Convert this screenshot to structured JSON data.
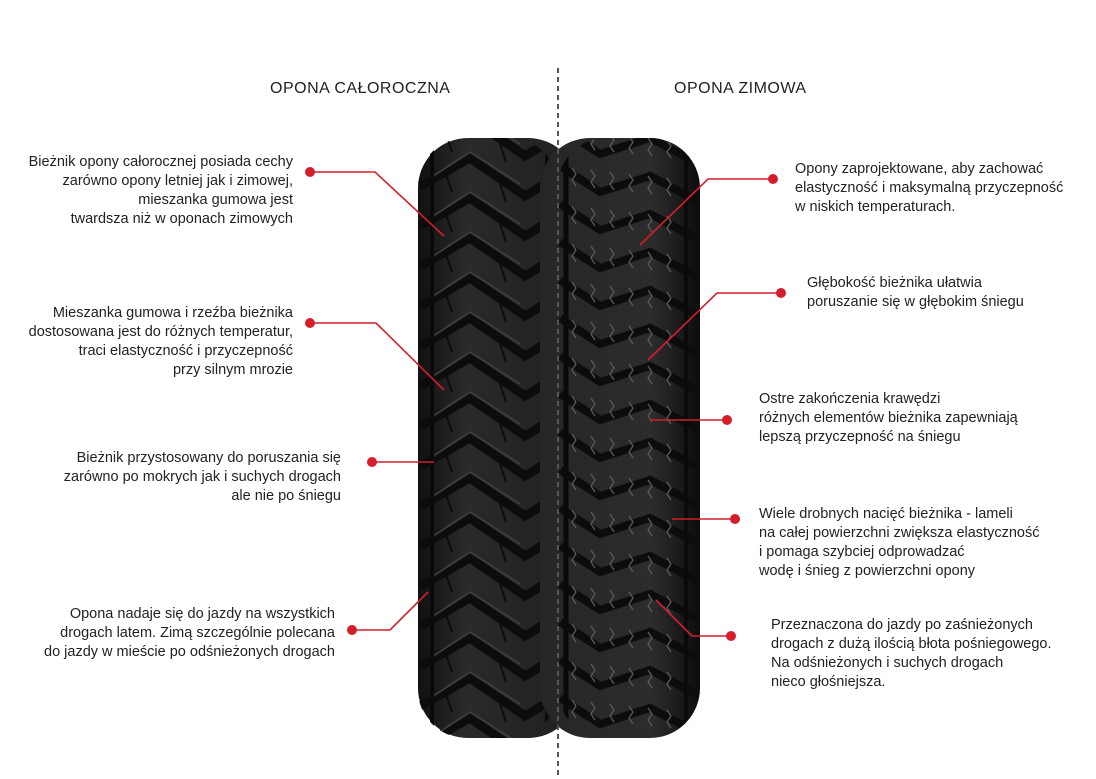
{
  "headings": {
    "all_season": "OPONA CAŁOROCZNA",
    "winter": "OPONA ZIMOWA"
  },
  "left_notes": [
    [
      "Bieżnik opony całorocznej posiada cechy",
      "zarówno opony letniej jak i zimowej,",
      "mieszanka gumowa jest",
      "twardsza niż w oponach zimowych"
    ],
    [
      "Mieszanka gumowa i rzeźba bieżnika",
      "dostosowana jest do różnych temperatur,",
      "traci elastyczność i przyczepność",
      "przy silnym mrozie"
    ],
    [
      "Bieżnik przystosowany do poruszania się",
      "zarówno po mokrych jak i suchych drogach",
      "ale nie po śniegu"
    ],
    [
      "Opona nadaje się do jazdy na wszystkich",
      "drogach latem. Zimą szczególnie polecana",
      "do jazdy w mieście po odśnieżonych drogach"
    ]
  ],
  "right_notes": [
    [
      "Opony zaprojektowane, aby zachować",
      "elastyczność i maksymalną przyczepność",
      "w niskich temperaturach."
    ],
    [
      "Głębokość bieżnika ułatwia",
      "poruszanie się w głębokim śniegu"
    ],
    [
      "Ostre zakończenia krawędzi",
      "różnych elementów bieżnika zapewniają",
      "lepszą przyczepność na śniegu"
    ],
    [
      "Wiele drobnych nacięć bieżnika - lameli",
      "na całej powierzchni zwiększa elastyczność",
      "i pomaga szybciej odprowadzać",
      "wodę i śnieg z powierzchni opony"
    ],
    [
      "Przeznaczona do jazdy po zaśnieżonych",
      "drogach z dużą ilością błota pośniegowego.",
      "Na odśnieżonych i suchych drogach",
      "nieco głośniejsza."
    ]
  ],
  "colors": {
    "accent": "#d41e2b",
    "tyre_dark": "#1c1c1c",
    "tyre_mid": "#2b2b2b",
    "tread_light": "#4a4a4a",
    "text": "#222222"
  }
}
